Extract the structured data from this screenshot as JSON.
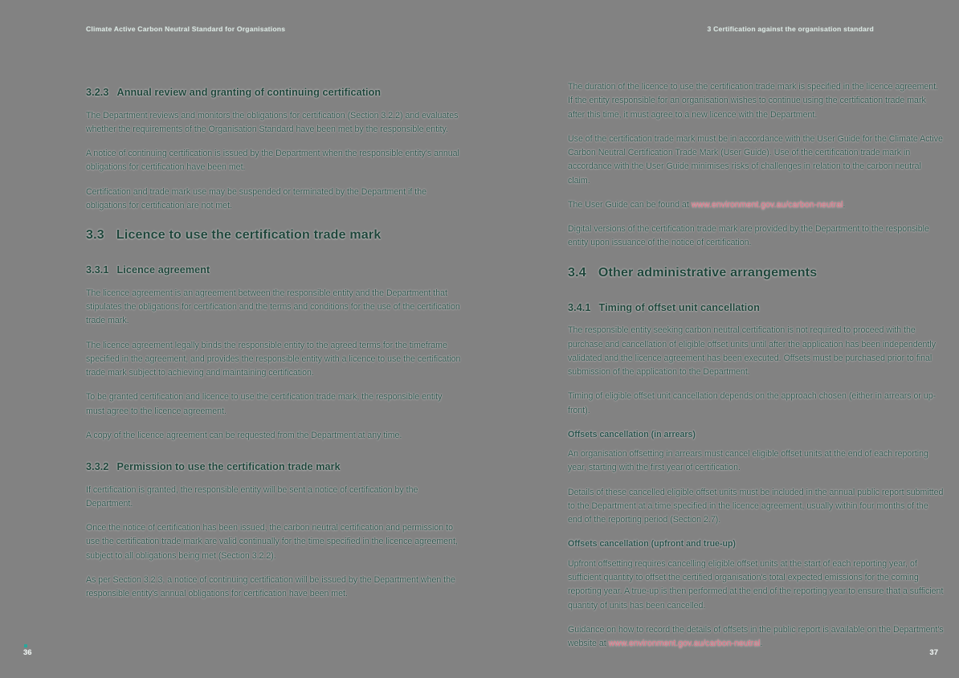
{
  "colors": {
    "background": "#828282",
    "heading": "#1e453a",
    "body_text": "#2d544c",
    "link": "#df6d80",
    "running_header": "#d9e7e2",
    "page_number": "#eef4f2",
    "accent_teal": "#2aa79b"
  },
  "headers": {
    "left": "Climate Active Carbon Neutral Standard for Organisations",
    "right": "3 Certification against the organisation standard"
  },
  "left": {
    "page_number": "36",
    "blocks": [
      {
        "kind": "h3",
        "num": "3.2.3",
        "title": "Annual review and granting of continuing certification"
      },
      {
        "kind": "p",
        "text": "The Department reviews and monitors the obligations for certification (Section 3.2.2) and evaluates whether the requirements of the Organisation Standard have been met by the responsible entity."
      },
      {
        "kind": "p",
        "text": "A notice of continuing certification is issued by the Department when the responsible entity's annual obligations for certification have been met."
      },
      {
        "kind": "p",
        "text": "Certification and trade mark use may be suspended or terminated by the Department if the obligations for certification are not met."
      },
      {
        "kind": "h2",
        "num": "3.3",
        "title": "Licence to use the certification trade mark"
      },
      {
        "kind": "h3",
        "num": "3.3.1",
        "title": "Licence agreement"
      },
      {
        "kind": "p",
        "text": "The licence agreement is an agreement between the responsible entity and the Department that stipulates the obligations for certification and the terms and conditions for the use of the certification trade mark."
      },
      {
        "kind": "p",
        "text": "The licence agreement legally binds the responsible entity to the agreed terms for the timeframe specified in the agreement, and provides the responsible entity with a licence to use the certification trade mark subject to achieving and maintaining certification."
      },
      {
        "kind": "p",
        "text": "To be granted certification and licence to use the certification trade mark, the responsible entity must agree to the licence agreement."
      },
      {
        "kind": "p",
        "text": "A copy of the licence agreement can be requested from the Department at any time."
      },
      {
        "kind": "h3",
        "num": "3.3.2",
        "title": "Permission to use the certification trade mark"
      },
      {
        "kind": "p",
        "text": "If certification is granted, the responsible entity will be sent a notice of certification by the Department."
      },
      {
        "kind": "p",
        "text": "Once the notice of certification has been issued, the carbon neutral certification and permission to use the certification trade mark are valid continually for the time specified in the licence agreement, subject to all obligations being met (Section 3.2.2)."
      },
      {
        "kind": "p",
        "text": "As per Section 3.2.3, a notice of continuing certification will be issued by the Department when the responsible entity's annual obligations for certification have been met."
      }
    ]
  },
  "right": {
    "page_number": "37",
    "blocks": [
      {
        "kind": "p",
        "text": "The duration of the licence to use the certification trade mark is specified in the licence agreement. If the entity responsible for an organisation wishes to continue using the certification trade mark after this time, it must agree to a new licence with the Department."
      },
      {
        "kind": "p",
        "text": "Use of the certification trade mark must be in accordance with the User Guide for the Climate Active Carbon Neutral Certification Trade Mark (User Guide). Use of the certification trade mark in accordance with the User Guide minimises risks of challenges in relation to the carbon neutral claim."
      },
      {
        "kind": "p_link",
        "prefix": "The User Guide can be found at ",
        "link": "www.environment.gov.au/carbon-neutral",
        "suffix": "."
      },
      {
        "kind": "p",
        "text": "Digital versions of the certification trade mark are provided by the Department to the responsible entity upon issuance of the notice of certification."
      },
      {
        "kind": "h2",
        "num": "3.4",
        "title": "Other administrative arrangements"
      },
      {
        "kind": "h3",
        "num": "3.4.1",
        "title": "Timing of offset unit cancellation"
      },
      {
        "kind": "p",
        "text": "The responsible entity seeking carbon neutral certification is not required to proceed with the purchase and cancellation of eligible offset units until after the application has been independently validated and the licence agreement has been executed. Offsets must be purchased prior to final submission of the application to the Department."
      },
      {
        "kind": "p",
        "text": "Timing of eligible offset unit cancellation depends on the approach chosen (either in arrears or up-front)."
      },
      {
        "kind": "subhead",
        "text": "Offsets cancellation (in arrears)"
      },
      {
        "kind": "p",
        "text": "An organisation offsetting in arrears must cancel eligible offset units at the end of each reporting year, starting with the first year of certification."
      },
      {
        "kind": "p",
        "text": "Details of these cancelled eligible offset units must be included in the annual public report submitted to the Department at a time specified in the licence agreement, usually within four months of the end of the reporting period (Section 2.7)."
      },
      {
        "kind": "subhead",
        "text": "Offsets cancellation (upfront and true-up)"
      },
      {
        "kind": "p",
        "text": "Upfront offsetting requires cancelling eligible offset units at the start of each reporting year, of sufficient quantity to offset the certified organisation's total expected emissions for the coming reporting year. A true-up is then performed at the end of the reporting year to ensure that a sufficient quantity of units has been cancelled."
      },
      {
        "kind": "p_link",
        "prefix": "Guidance on how to record the details of offsets in the public report is available on the Department's website at ",
        "link": "www.environment.gov.au/carbon-neutral",
        "suffix": "."
      }
    ]
  }
}
